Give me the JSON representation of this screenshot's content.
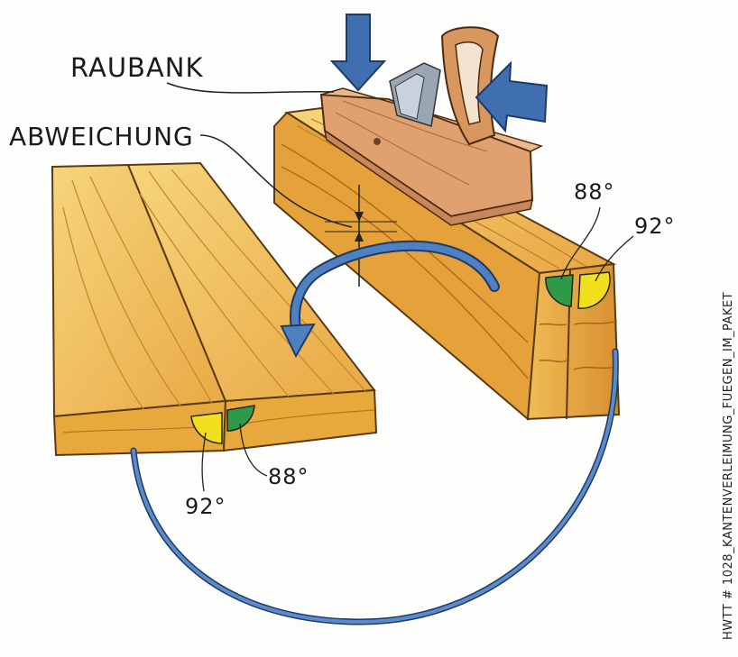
{
  "labels": {
    "raubank": "RAUBANK",
    "abweichung": "ABWEICHUNG",
    "angle_top_left": "88°",
    "angle_top_right": "92°",
    "angle_bottom_left": "92°",
    "angle_bottom_right": "88°"
  },
  "caption": "HWTT # 1028_KANTENVERLEIMUNG_FUEGEN_IM_PAKET",
  "colors": {
    "wood_light": "#f2cc6a",
    "wood_mid": "#e8a93c",
    "wood_dark": "#c9812a",
    "plane_body": "#e0a070",
    "arrow_blue": "#3f6fb0",
    "angle_green": "#2e9a48",
    "angle_yellow": "#f2e01c"
  }
}
